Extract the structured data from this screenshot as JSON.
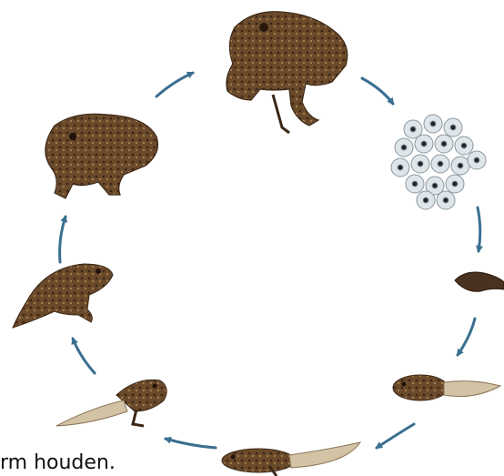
{
  "diagram": {
    "caption_text": "rm houden.",
    "stages": [
      {
        "name": "adult-frog",
        "icon": "frog-adult-icon"
      },
      {
        "name": "frogspawn",
        "icon": "frog-eggs-icon"
      },
      {
        "name": "hatchling",
        "icon": "hatchling-icon"
      },
      {
        "name": "tadpole",
        "icon": "tadpole-icon"
      },
      {
        "name": "tadpole-with-hind-legs",
        "icon": "tadpole-hindlegs-icon"
      },
      {
        "name": "froglet-with-tail",
        "icon": "froglet-tail-icon"
      },
      {
        "name": "young-frog",
        "icon": "young-frog-icon"
      },
      {
        "name": "frog",
        "icon": "frog-icon"
      }
    ],
    "colors": {
      "arrow": "#3a6f8f",
      "frog_body": "#6b4a2b",
      "frog_dark": "#3b2716",
      "frog_light": "#a9824f",
      "egg": "#dfe6ea",
      "egg_core": "#1f2428"
    }
  }
}
